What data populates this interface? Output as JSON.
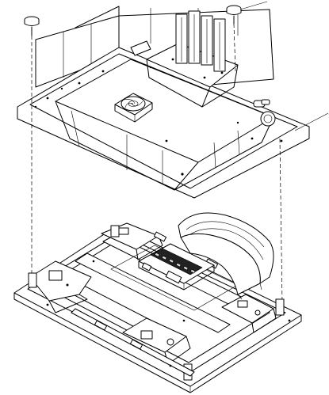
{
  "figure": {
    "background": "#ffffff",
    "line_color": "#000000",
    "parts": [
      {
        "id": "upper-cover",
        "icon": "cover-assembly-icon"
      },
      {
        "id": "cooling-fan",
        "icon": "fan-icon"
      },
      {
        "id": "left-screw",
        "icon": "screw-icon"
      },
      {
        "id": "right-screw",
        "icon": "screw-icon"
      },
      {
        "id": "lower-chassis",
        "icon": "chassis-frame-icon"
      },
      {
        "id": "speaker-unit",
        "icon": "speaker-icon"
      },
      {
        "id": "pcb-board",
        "icon": "circuit-board-icon"
      }
    ]
  }
}
